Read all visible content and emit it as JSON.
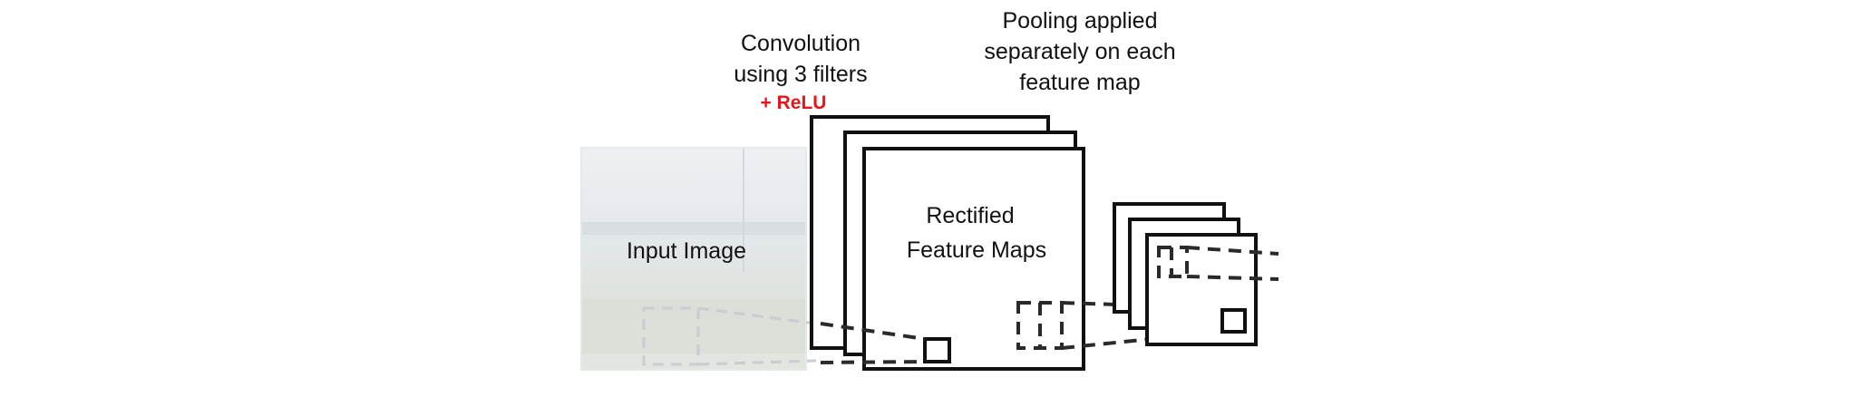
{
  "labels": {
    "convolution_line1": "Convolution",
    "convolution_line2": "using 3 filters",
    "relu": "+ ReLU",
    "pooling_line1": "Pooling applied",
    "pooling_line2": "separately on each",
    "pooling_line3": "feature map",
    "input_image": "Input Image",
    "rectified_line1": "Rectified",
    "rectified_line2": "Feature Maps"
  },
  "colors": {
    "relu": "#e8141c",
    "text": "#111111",
    "input_image_tint": "#dfe3e8"
  }
}
